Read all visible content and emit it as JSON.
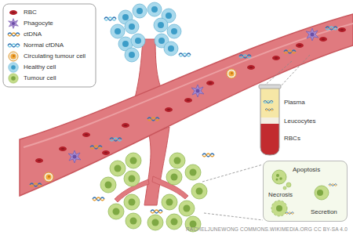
{
  "diagram": {
    "nodes": [
      {
        "text": [
          "Apoptosis",
          "Necrosis",
          "Secretion"
        ]
      }
    ],
    "labels": [
      "Plasma",
      "Leucocytes",
      "RBCs",
      "RACHELJUNEWONG COMMONS.WIKIMEDIA.ORG CC BY-SA 4.0"
    ],
    "legend": [
      {
        "text": "RBC"
      },
      {
        "text": "Phagocyte"
      },
      {
        "text": "ctDNA"
      },
      {
        "text": "Normal cfDNA"
      },
      {
        "text": "Circulating tumour cell"
      },
      {
        "text": "Healthy cell"
      },
      {
        "text": "Tumour cell"
      }
    ]
  }
}
